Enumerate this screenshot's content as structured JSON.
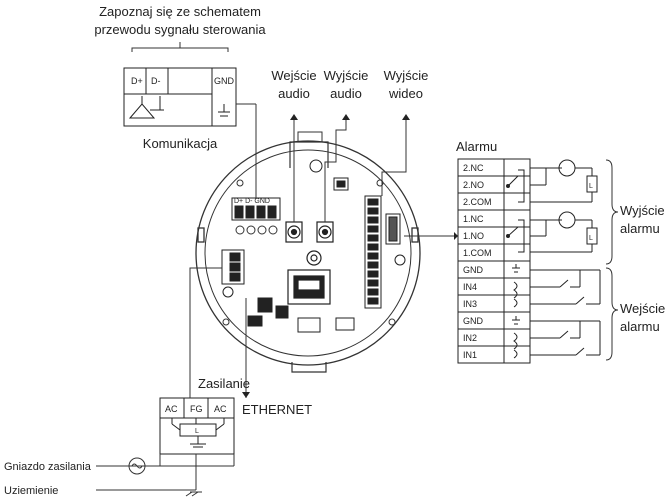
{
  "labels": {
    "schematic_note_line1": "Zapoznaj się ze schematem",
    "schematic_note_line2": "przewodu sygnału sterowania",
    "audio_in_line1": "Wejście",
    "audio_in_line2": "audio",
    "audio_out_line1": "Wyjście",
    "audio_out_line2": "audio",
    "video_out_line1": "Wyjście",
    "video_out_line2": "wideo",
    "communication": "Komunikacja",
    "alarm": "Alarmu",
    "alarm_out_line1": "Wyjście",
    "alarm_out_line2": "alarmu",
    "alarm_in_line1": "Wejście",
    "alarm_in_line2": "alarmu",
    "power": "Zasilanie",
    "ethernet": "ETHERNET",
    "power_socket": "Gniazdo zasilania",
    "ground": "Uziemienie"
  },
  "comm_block": {
    "pins": [
      "D+",
      "D-",
      "GND"
    ]
  },
  "power_block": {
    "pins": [
      "AC",
      "FG",
      "AC"
    ],
    "inner": "L"
  },
  "alarm_terminals": [
    "2.NC",
    "2.NO",
    "2.COM",
    "1.NC",
    "1.NO",
    "1.COM",
    "GND",
    "IN4",
    "IN3",
    "GND",
    "IN2",
    "IN1"
  ],
  "relay_load_label": "L"
}
